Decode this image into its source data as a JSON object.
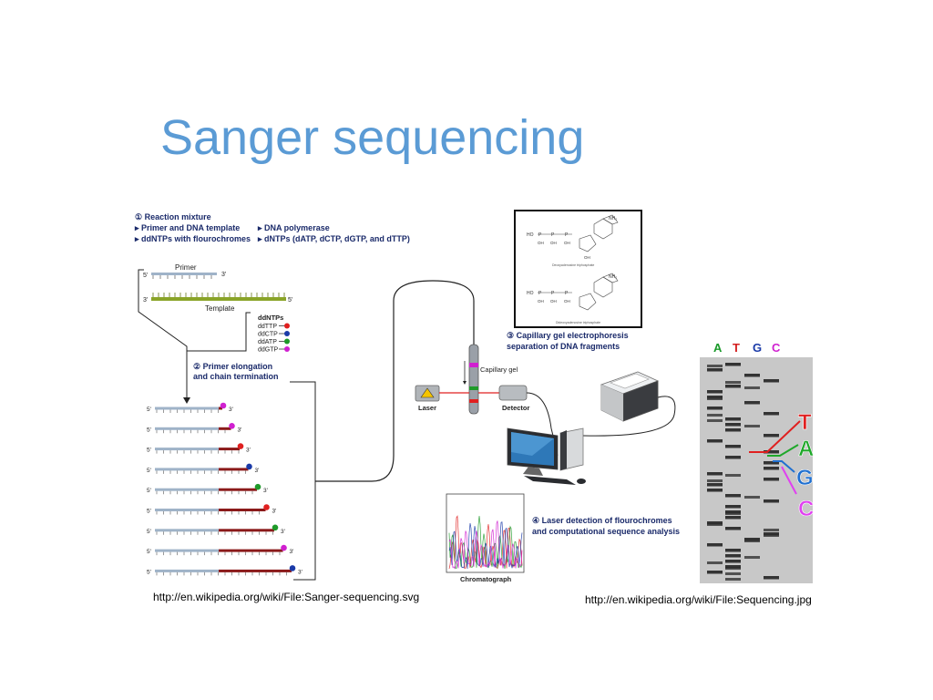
{
  "slide": {
    "title": "Sanger sequencing",
    "credit_left": "http://en.wikipedia.org/wiki/File:Sanger-sequencing.svg",
    "credit_right": "http://en.wikipedia.org/wiki/File:Sequencing.jpg"
  },
  "diagram": {
    "step1_title": "① Reaction mixture",
    "step1_items": [
      "▸ Primer and DNA template",
      "▸ ddNTPs with flourochromes",
      "▸ DNA polymerase",
      "▸ dNTPs (dATP, dCTP, dGTP, and dTTP)"
    ],
    "primer_label": "Primer",
    "template_label": "Template",
    "five_prime": "5'",
    "three_prime": "3'",
    "ddntps_title": "ddNTPs",
    "ddntps": [
      {
        "label": "ddTTP",
        "color": "#e02020"
      },
      {
        "label": "ddCTP",
        "color": "#1a3aa8"
      },
      {
        "label": "ddATP",
        "color": "#1f9a2a"
      },
      {
        "label": "ddGTP",
        "color": "#d020d0"
      }
    ],
    "step2_title_1": "② Primer elongation",
    "step2_title_2": "and chain termination",
    "fragments": [
      {
        "ext": 0.0,
        "color": "#d020d0"
      },
      {
        "ext": 0.1,
        "color": "#d020d0"
      },
      {
        "ext": 0.2,
        "color": "#e02020"
      },
      {
        "ext": 0.3,
        "color": "#1a3aa8"
      },
      {
        "ext": 0.4,
        "color": "#1f9a2a"
      },
      {
        "ext": 0.5,
        "color": "#e02020"
      },
      {
        "ext": 0.6,
        "color": "#1f9a2a"
      },
      {
        "ext": 0.7,
        "color": "#d020d0"
      },
      {
        "ext": 0.8,
        "color": "#1a3aa8"
      }
    ],
    "step3_title_1": "③ Capillary gel electrophoresis",
    "step3_title_2": "separation of DNA fragments",
    "capillary_label": "Capillary gel",
    "laser_label": "Laser",
    "detector_label": "Detector",
    "step4_title_1": "④ Laser detection of flourochromes",
    "step4_title_2": "and computational sequence analysis",
    "chromatograph_label": "Chromatograph",
    "structure_caption_1": "Deoxyadenosine triphosphate",
    "structure_caption_2": "Dideoxyadenosine triphosphate",
    "structure_labels": {
      "nh2": "NH₂",
      "ho": "HO",
      "oh": "OH",
      "o": "O",
      "p": "P",
      "n": "N"
    }
  },
  "gel": {
    "lanes": [
      {
        "label": "A",
        "color": "#1a9a2a"
      },
      {
        "label": "T",
        "color": "#d42020"
      },
      {
        "label": "G",
        "color": "#1a3aa8"
      },
      {
        "label": "C",
        "color": "#d020d0"
      }
    ],
    "call_letters": [
      {
        "label": "T",
        "color": "#e02020"
      },
      {
        "label": "A",
        "color": "#1fa82a"
      },
      {
        "label": "G",
        "color": "#2070d0"
      },
      {
        "label": "C",
        "color": "#e040f0"
      }
    ]
  },
  "colors": {
    "accent_title": "#5b9bd5",
    "primer_blue": "#9fb3c8",
    "template_green": "#8aa428",
    "extension_red": "#8b1a1a",
    "gel_background": "#c8c8c8"
  }
}
